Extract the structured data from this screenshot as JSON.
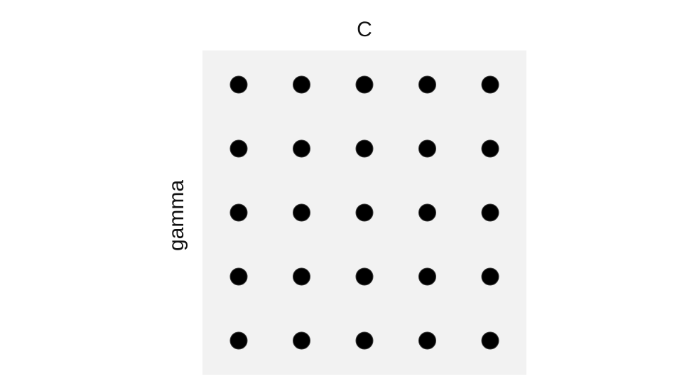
{
  "axes": {
    "x_title": "C",
    "y_title": "gamma"
  },
  "grid": {
    "rows": 5,
    "columns": 5,
    "panel_color": "#f2f2f2",
    "marker_color": "#000000",
    "marker_shape": "circle"
  }
}
